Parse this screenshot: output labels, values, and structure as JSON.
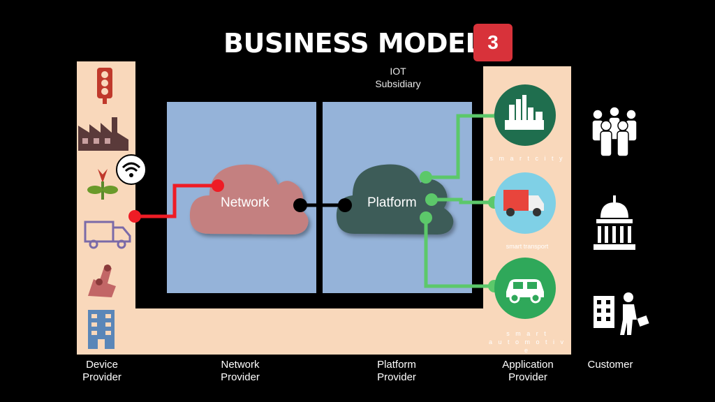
{
  "header": {
    "title": "BUSINESS MODEL",
    "badge": "3"
  },
  "iot_label": [
    "IOT",
    "Subsidiary"
  ],
  "clouds": {
    "network": "Network",
    "platform": "Platform"
  },
  "applications": [
    {
      "label": "smart city",
      "icon": "city-icon",
      "color": "#1f6e4e"
    },
    {
      "label": "smart transport",
      "icon": "truck-icon",
      "color": "#7fd0e6"
    },
    {
      "label": "smart automotive",
      "icon": "car-icon",
      "color": "#2fa85a"
    }
  ],
  "app_labels": {
    "city": "s m a r t   c i t y",
    "transport": "smart transport",
    "auto_line1": "s  m  a  r  t",
    "auto_line2": "a u t o m o t i v e"
  },
  "device_icons": [
    "traffic-light-icon",
    "factory-icon",
    "plant-icon",
    "truck-icon",
    "robot-arm-icon",
    "building-icon"
  ],
  "customer_icons": [
    "people-group-icon",
    "capitol-icon",
    "businessman-icon"
  ],
  "footer": {
    "device": [
      "Device",
      "Provider"
    ],
    "network": [
      "Network",
      "Provider"
    ],
    "platform": [
      "Platform",
      "Provider"
    ],
    "application": [
      "Application",
      "Provider"
    ],
    "customer": "Customer"
  },
  "colors": {
    "background": "#000000",
    "peach": "#f9d8bb",
    "panel_blue": "#95b3d9",
    "network_cloud": "#c48080",
    "platform_cloud": "#3e5b59",
    "red_link": "#ee1c25",
    "green_link": "#5cc86a",
    "badge": "#d8323a"
  }
}
